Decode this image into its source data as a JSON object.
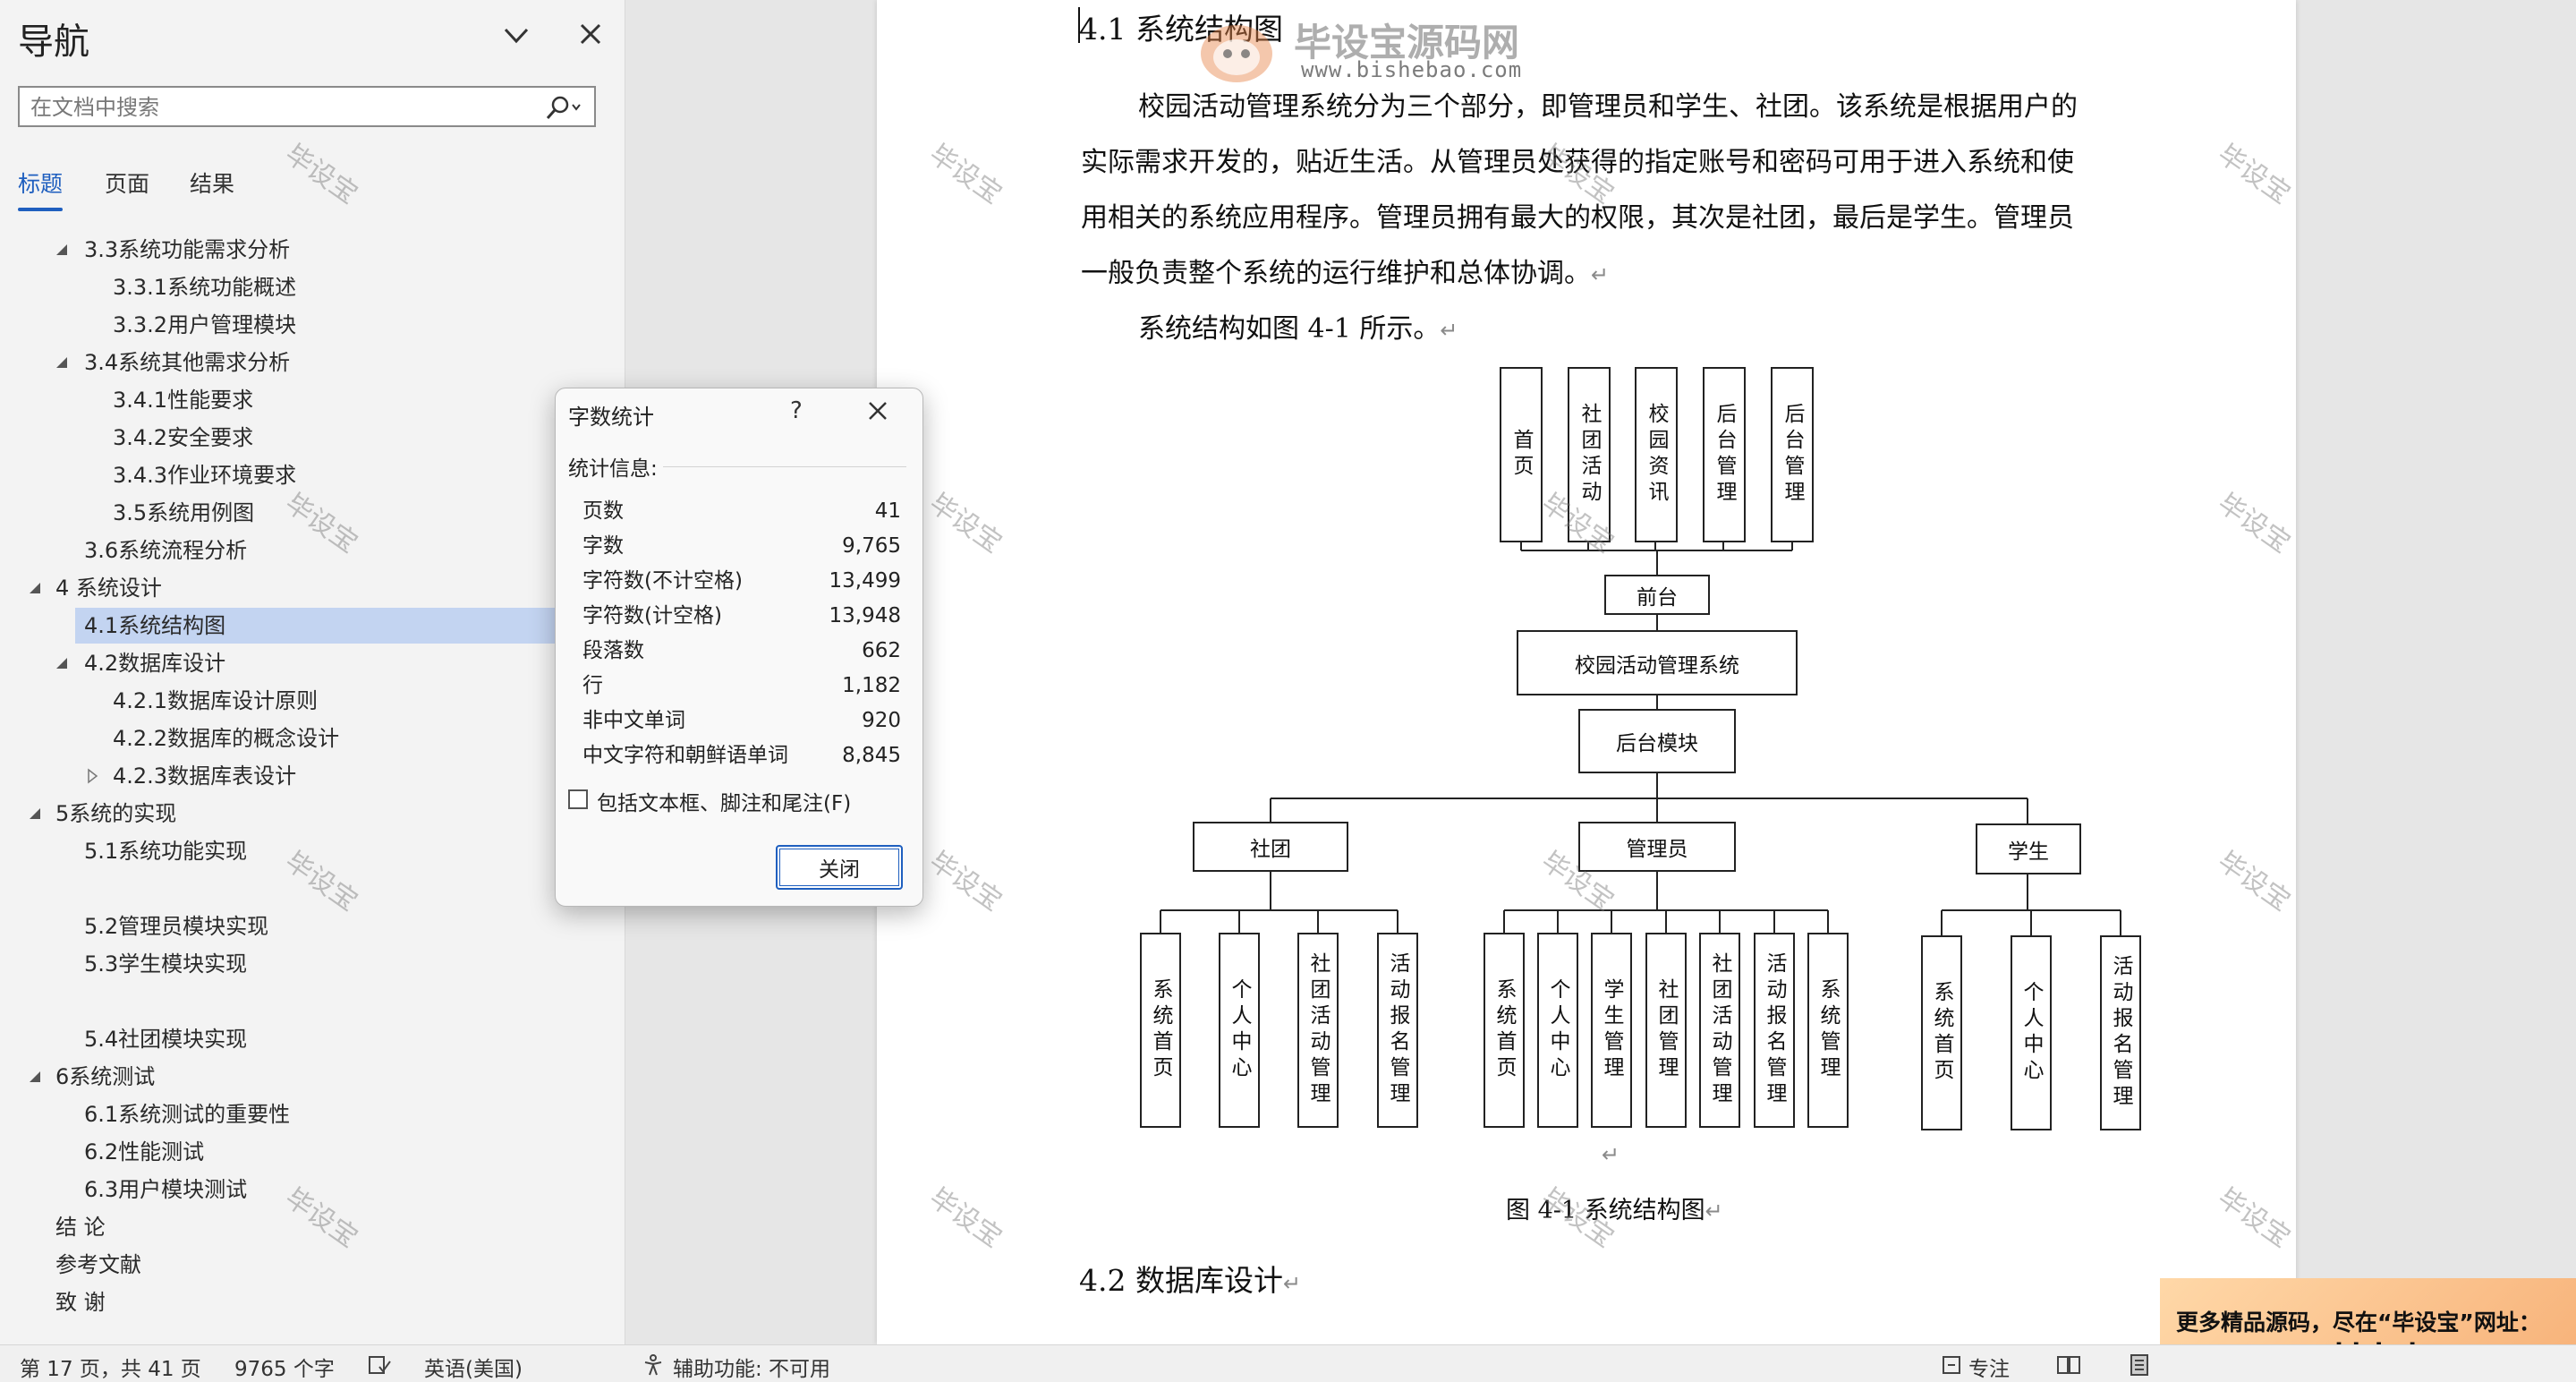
{
  "nav": {
    "title": "导航",
    "search_placeholder": "在文档中搜索",
    "tabs": [
      "标题",
      "页面",
      "结果"
    ],
    "tree": [
      {
        "label": "3.3系统功能需求分析",
        "level": 2,
        "arrow": "expanded"
      },
      {
        "label": "3.3.1系统功能概述",
        "level": 3
      },
      {
        "label": "3.3.2用户管理模块",
        "level": 3
      },
      {
        "label": "3.4系统其他需求分析",
        "level": 2,
        "arrow": "expanded"
      },
      {
        "label": "3.4.1性能要求",
        "level": 3
      },
      {
        "label": "3.4.2安全要求",
        "level": 3
      },
      {
        "label": "3.4.3作业环境要求",
        "level": 3
      },
      {
        "label": "3.5系统用例图",
        "level": 3
      },
      {
        "label": "3.6系统流程分析",
        "level": 2
      },
      {
        "label": "4 系统设计",
        "level": 1,
        "arrow": "expanded"
      },
      {
        "label": "4.1系统结构图",
        "level": 2,
        "selected": true
      },
      {
        "label": "4.2数据库设计",
        "level": 2,
        "arrow": "expanded"
      },
      {
        "label": "4.2.1数据库设计原则",
        "level": 3
      },
      {
        "label": "4.2.2数据库的概念设计",
        "level": 3
      },
      {
        "label": "4.2.3数据库表设计",
        "level": 3,
        "arrow": "collapsed"
      },
      {
        "label": "5系统的实现",
        "level": 1,
        "arrow": "expanded"
      },
      {
        "label": "5.1系统功能实现",
        "level": 2
      },
      {
        "label": "",
        "level": 2
      },
      {
        "label": "5.2管理员模块实现",
        "level": 2
      },
      {
        "label": "5.3学生模块实现",
        "level": 2
      },
      {
        "label": "",
        "level": 2
      },
      {
        "label": "5.4社团模块实现",
        "level": 2
      },
      {
        "label": "6系统测试",
        "level": 1,
        "arrow": "expanded"
      },
      {
        "label": "6.1系统测试的重要性",
        "level": 2
      },
      {
        "label": "6.2性能测试",
        "level": 2
      },
      {
        "label": "6.3用户模块测试",
        "level": 2
      },
      {
        "label": "结 论",
        "level": 1
      },
      {
        "label": "参考文献",
        "level": 1
      },
      {
        "label": "致 谢",
        "level": 1
      }
    ]
  },
  "document": {
    "heading1": "4.1 系统结构图",
    "para_lines": [
      "校园活动管理系统分为三个部分，即管理员和学生、社团。该系统是根据用户的",
      "实际需求开发的，贴近生活。从管理员处获得的指定账号和密码可用于进入系统和使",
      "用相关的系统应用程序。管理员拥有最大的权限，其次是社团，最后是学生。管理员",
      "一般负责整个系统的运行维护和总体协调。"
    ],
    "para2": "系统结构如图 4-1 所示。",
    "return_mark": "↵",
    "caption": "图 4-1 系统结构图",
    "heading2": "4.2 数据库设计",
    "figure": {
      "top_boxes": [
        "首页",
        "社团活动",
        "校园资讯",
        "后台管理",
        "后台管理"
      ],
      "front": "前台",
      "system": "校园活动管理系统",
      "backend": "后台模块",
      "roles": [
        "社团",
        "管理员",
        "学生"
      ],
      "club_children": [
        "系统首页",
        "个人中心",
        "社团活动管理",
        "活动报名管理"
      ],
      "admin_children": [
        "系统首页",
        "个人中心",
        "学生管理",
        "社团管理",
        "社团活动管理",
        "活动报名管理",
        "系统管理"
      ],
      "student_children": [
        "系统首页",
        "个人中心",
        "活动报名管理"
      ]
    }
  },
  "dialog": {
    "title": "字数统计",
    "help": "?",
    "section": "统计信息:",
    "stats": [
      {
        "label": "页数",
        "value": "41"
      },
      {
        "label": "字数",
        "value": "9,765"
      },
      {
        "label": "字符数(不计空格)",
        "value": "13,499"
      },
      {
        "label": "字符数(计空格)",
        "value": "13,948"
      },
      {
        "label": "段落数",
        "value": "662"
      },
      {
        "label": "行",
        "value": "1,182"
      },
      {
        "label": "非中文单词",
        "value": "920"
      },
      {
        "label": "中文字符和朝鲜语单词",
        "value": "8,845"
      }
    ],
    "checkbox_label": "包括文本框、脚注和尾注(F)",
    "checkbox_checked": false,
    "close_button": "关闭"
  },
  "status_bar": {
    "page": "第 17 页，共 41 页",
    "words": "9765 个字",
    "language": "英语(美国)",
    "accessibility": "辅助功能: 不可用",
    "focus": "专注"
  },
  "watermark": {
    "text": "毕设宝",
    "logo_title": "毕设宝源码网",
    "logo_url": "www.bishebao.com",
    "promo_line1": "更多精品源码，尽在“毕设宝”网址：",
    "promo_line2": "www.bishebao.com"
  },
  "colors": {
    "accent": "#1f5fbf",
    "selection": "#c3d4f1"
  }
}
